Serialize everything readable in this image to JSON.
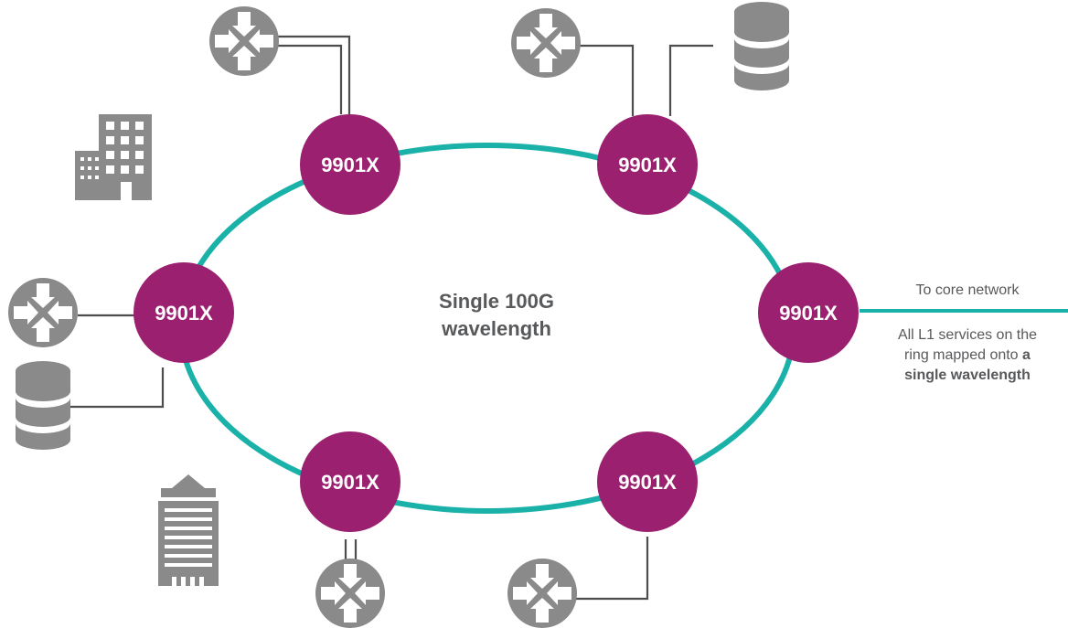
{
  "diagram": {
    "center_label_line1": "Single 100G",
    "center_label_line2": "wavelength",
    "nodes": [
      {
        "label": "9901X"
      },
      {
        "label": "9901X"
      },
      {
        "label": "9901X"
      },
      {
        "label": "9901X"
      },
      {
        "label": "9901X"
      },
      {
        "label": "9901X"
      }
    ],
    "core_link": {
      "label": "To core network",
      "note_line1": "All L1 services on the",
      "note_line2_plain": "ring mapped onto ",
      "note_line2_bold": "a",
      "note_line3_bold": "single wavelength"
    },
    "icons": {
      "router": "router-icon",
      "database": "database-icon",
      "office": "office-building-icon",
      "tower": "skyscraper-icon"
    },
    "colors": {
      "node": "#9b2070",
      "ring": "#1ab1a9",
      "icon": "#8a8a8a",
      "line": "#4d4d4d",
      "text": "#58595b"
    }
  }
}
